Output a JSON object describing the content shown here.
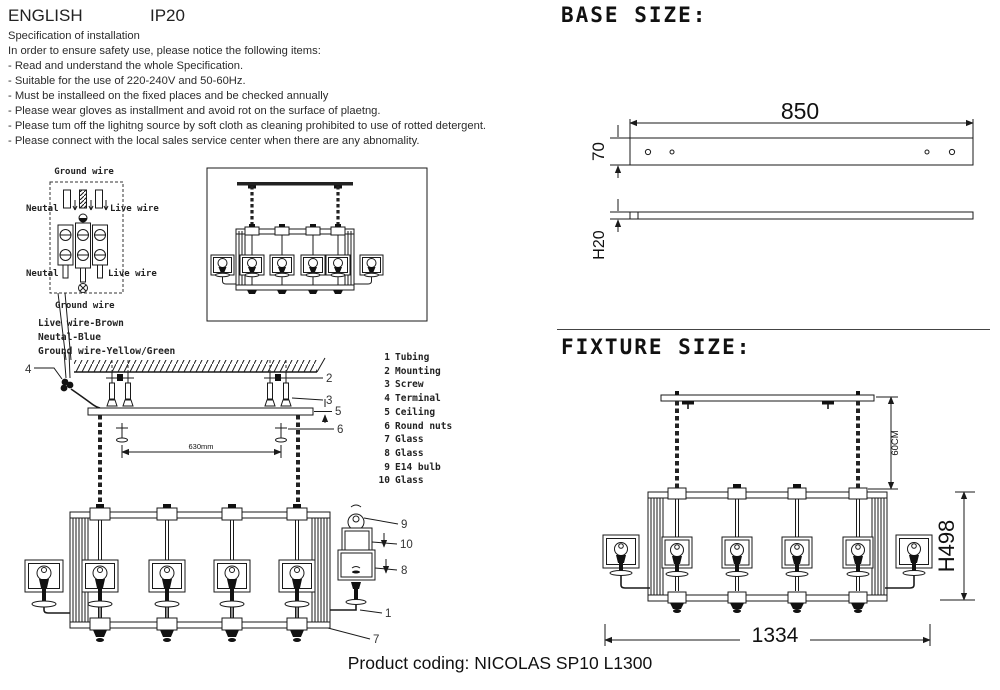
{
  "header": {
    "language": "ENGLISH",
    "ip_rating": "IP20"
  },
  "spec": {
    "title": "Specification of installation",
    "intro": "In order to ensure safety use, please notice the following items:",
    "items": [
      "- Read and understand the whole Specification.",
      "- Suitable for the use of 220-240V and 50-60Hz.",
      "- Must be installeed on the fixed places and be checked annually",
      "- Please wear gloves as installment and avoid rot on the surface of plaetng.",
      "- Please tum off the lighitng source by soft cloth as cleaning prohibited to use of rotted detergent.",
      "- Please connect with the local sales service center when there are any abnomality."
    ]
  },
  "wiring": {
    "ground_wire_top": "Ground wire",
    "neutral_top": "Neutal",
    "live_top": "Live wire",
    "neutral_bottom": "Neutal",
    "live_bottom": "Live wire",
    "ground_wire_bottom": "Ground wire",
    "legend": [
      "Live wire-Brown",
      "Neutal-Blue",
      "Ground wire-Yellow/Green"
    ]
  },
  "parts": {
    "items": [
      {
        "num": "1",
        "name": "Tubing"
      },
      {
        "num": "2",
        "name": "Mounting"
      },
      {
        "num": "3",
        "name": "Screw"
      },
      {
        "num": "4",
        "name": "Terminal"
      },
      {
        "num": "5",
        "name": "Ceiling"
      },
      {
        "num": "6",
        "name": "Round nuts"
      },
      {
        "num": "7",
        "name": "Glass"
      },
      {
        "num": "8",
        "name": "Glass"
      },
      {
        "num": "9",
        "name": "E14 bulb"
      },
      {
        "num": "10",
        "name": "Glass"
      }
    ]
  },
  "install": {
    "dim_between_screws": "630mm"
  },
  "base_size": {
    "heading": "BASE SIZE:",
    "width": "850",
    "depth": "70",
    "height": "H20"
  },
  "fixture_size": {
    "heading": "FIXTURE SIZE:",
    "chain_length": "60CM",
    "height": "H498",
    "length": "1334"
  },
  "footer": {
    "product_coding": "Product coding: NICOLAS SP10 L1300"
  },
  "colors": {
    "ink": "#1a1a1a",
    "text": "#2b2b2b"
  }
}
